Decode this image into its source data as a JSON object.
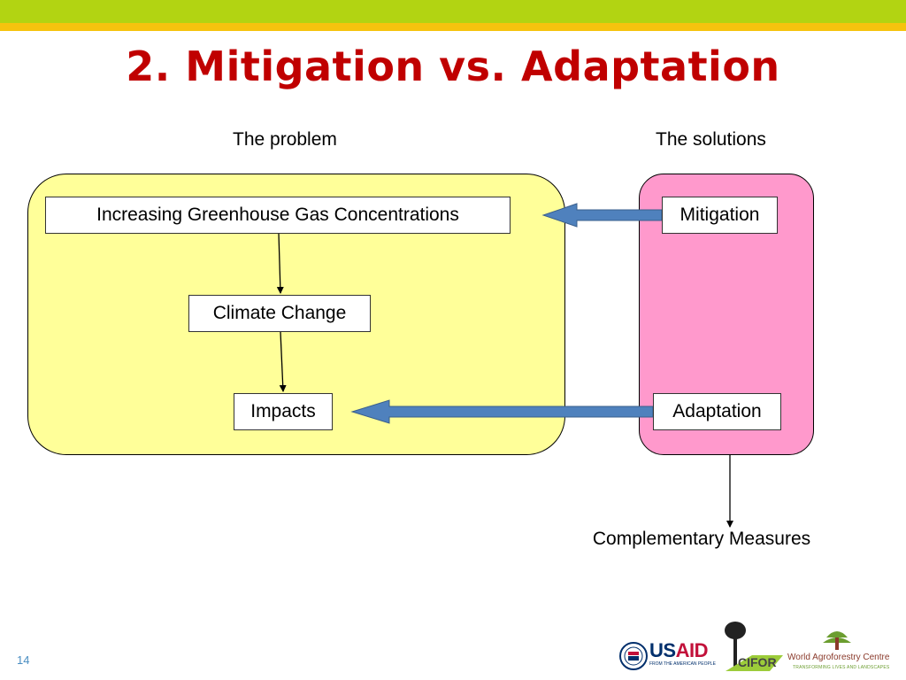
{
  "slide": {
    "title": "2. Mitigation vs. Adaptation",
    "page_number": "14"
  },
  "diagram": {
    "problem_heading": "The problem",
    "solutions_heading": "The solutions",
    "nodes": {
      "ghg": "Increasing Greenhouse Gas Concentrations",
      "climate_change": "Climate Change",
      "impacts": "Impacts",
      "mitigation": "Mitigation",
      "adaptation": "Adaptation",
      "complementary": "Complementary Measures"
    },
    "colors": {
      "problem_panel": "#ffff99",
      "solutions_panel": "#ff99cc",
      "arrow_fill": "#4f81bd",
      "title": "#c00000"
    }
  },
  "logos": {
    "usaid": {
      "name_part1": "US",
      "name_part2": "AID",
      "tagline": "FROM THE AMERICAN PEOPLE"
    },
    "cifor": {
      "name": "CIFOR"
    },
    "icraf": {
      "name": "World Agroforestry Centre",
      "tagline": "TRANSFORMING LIVES AND LANDSCAPES"
    }
  }
}
